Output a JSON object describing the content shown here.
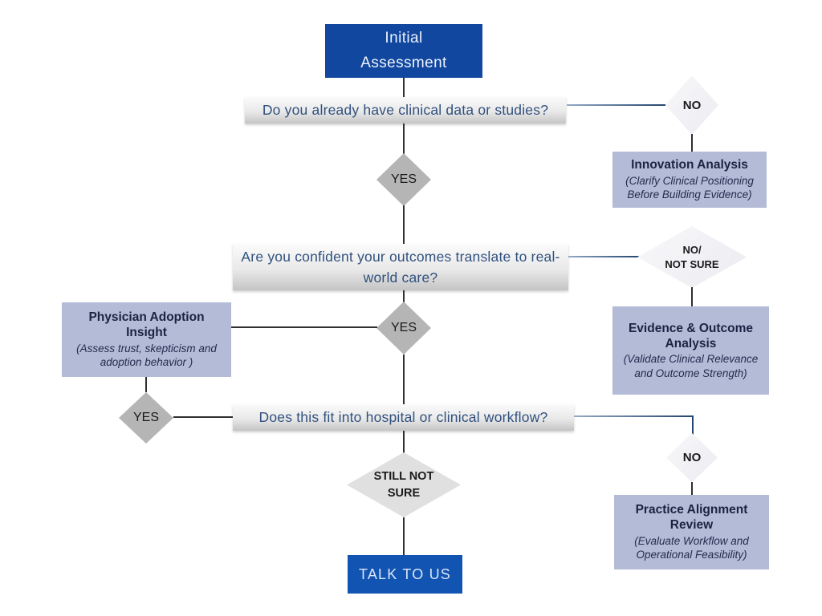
{
  "palette": {
    "primary_blue": "#11479f",
    "cta_blue": "#1254b2",
    "lavender": "#b3bbd7",
    "ink_navy": "#1b2342",
    "question_text": "#31517f",
    "gray_diamond": "#b5b5b5",
    "light_diamond_start": "#f8f8fa",
    "light_diamond_end": "#ebebf1",
    "sns_diamond": "#e0e0e0",
    "bar_top": "#fbfbfb",
    "bar_bottom": "#c4c4c4",
    "line_dark": "#2f2f2f",
    "line_navy": "#24466e"
  },
  "nodes": {
    "start": {
      "line1": "Initial",
      "line2": "Assessment"
    },
    "q1": {
      "text": "Do you already have clinical data or studies?"
    },
    "no1": {
      "label": "NO"
    },
    "innovation": {
      "title": "Innovation Analysis",
      "subtitle": "(Clarify Clinical Positioning Before Building Evidence)"
    },
    "yes1": {
      "label": "YES"
    },
    "q2": {
      "text": "Are you confident your outcomes translate to real-world care?"
    },
    "no_not_sure": {
      "line1": "NO/",
      "line2": "NOT SURE"
    },
    "evidence": {
      "title": "Evidence & Outcome Analysis",
      "subtitle": "(Validate Clinical Relevance and Outcome Strength)"
    },
    "yes2": {
      "label": "YES"
    },
    "physician": {
      "title": "Physician Adoption Insight",
      "subtitle": "(Assess trust, skepticism and adoption behavior )"
    },
    "yes3": {
      "label": "YES"
    },
    "q3": {
      "text": "Does this fit into hospital or clinical workflow?"
    },
    "no2": {
      "label": "NO"
    },
    "practice": {
      "title": "Practice Alignment Review",
      "subtitle": "(Evaluate Workflow and Operational Feasibility)"
    },
    "still_not_sure": {
      "line1": "STILL NOT",
      "line2": "SURE"
    },
    "talk_to_us": {
      "label": "TALK TO US"
    }
  }
}
